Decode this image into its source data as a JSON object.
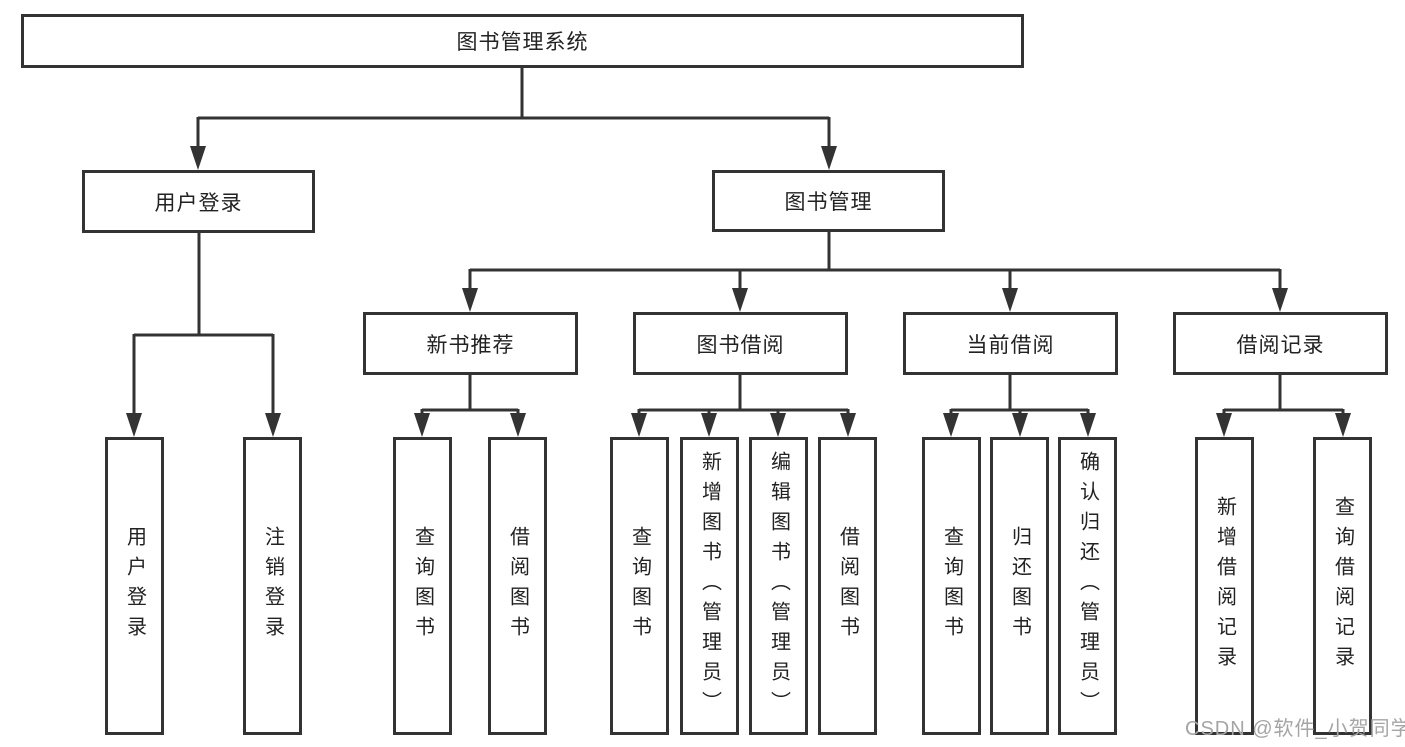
{
  "diagram": {
    "root": {
      "label": "图书管理系统",
      "children": [
        {
          "label": "用户登录",
          "children": [
            {
              "label": "用户登录"
            },
            {
              "label": "注销登录"
            }
          ]
        },
        {
          "label": "图书管理",
          "children": [
            {
              "label": "新书推荐",
              "children": [
                {
                  "label": "查询图书"
                },
                {
                  "label": "借阅图书"
                }
              ]
            },
            {
              "label": "图书借阅",
              "children": [
                {
                  "label": "查询图书"
                },
                {
                  "label": "新增图书（管理员）"
                },
                {
                  "label": "编辑图书（管理员）"
                },
                {
                  "label": "借阅图书"
                }
              ]
            },
            {
              "label": "当前借阅",
              "children": [
                {
                  "label": "查询图书"
                },
                {
                  "label": "归还图书"
                },
                {
                  "label": "确认归还（管理员）"
                }
              ]
            },
            {
              "label": "借阅记录",
              "children": [
                {
                  "label": "新增借阅记录"
                },
                {
                  "label": "查询借阅记录"
                }
              ]
            }
          ]
        }
      ]
    }
  },
  "watermark": {
    "text": "CSDN @软件_小贺同学",
    "color": "#a5a5a5"
  },
  "colors": {
    "line": "#333333",
    "box_background": "#ffffff",
    "text": "#222222"
  }
}
